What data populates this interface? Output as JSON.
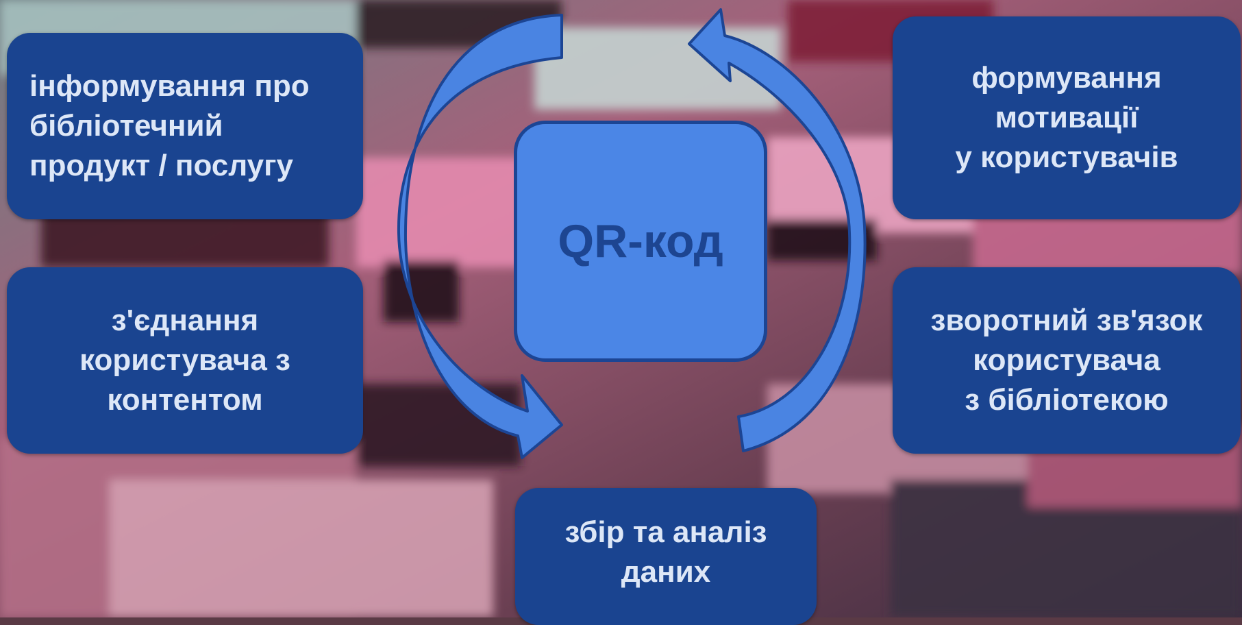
{
  "center": {
    "label": "QR-код"
  },
  "nodes": {
    "top_left": "інформування про\nбібліотечний\nпродукт / послугу",
    "middle_left": "з'єднання\nкористувача з\nконтентом",
    "top_right": "формування\nмотивації\nу користувачів",
    "middle_right": "зворотний зв'язок\nкористувача\nз бібліотекою",
    "bottom": "збір та аналіз\nданих"
  },
  "colors": {
    "node_fill": "#1a4490",
    "node_text": "#dde7f7",
    "center_fill": "#4b86e6",
    "center_text": "#1d4591",
    "arrow_fill": "#4a84e2",
    "arrow_outline": "#1c4594"
  }
}
